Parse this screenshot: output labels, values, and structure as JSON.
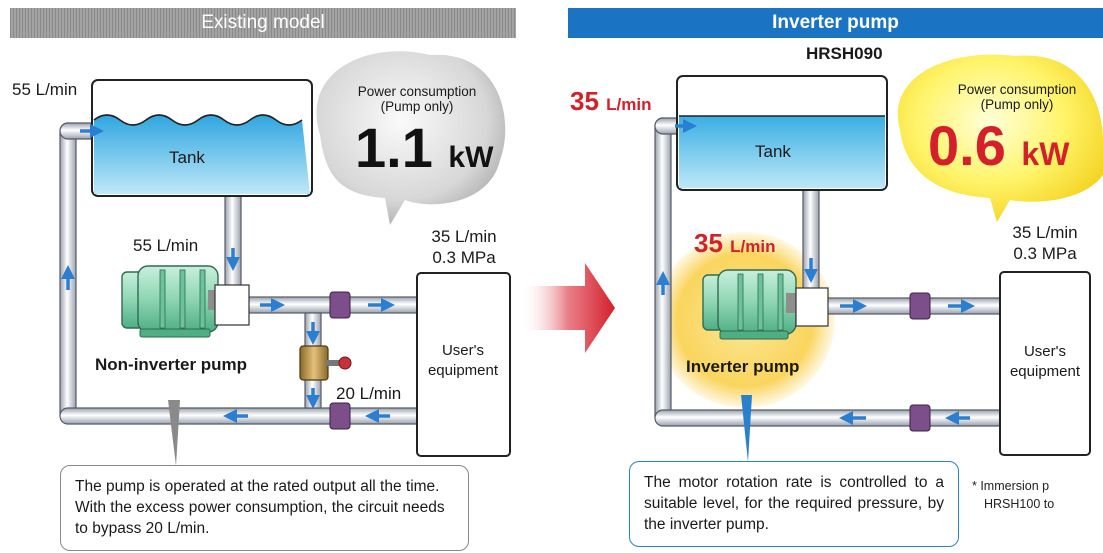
{
  "left": {
    "header": "Existing model",
    "flow_tank_in": "55 L/min",
    "tank_label": "Tank",
    "power_title_line1": "Power consumption",
    "power_title_line2": "(Pump only)",
    "power_value": "1.1",
    "power_unit": "kW",
    "flow_pump_in": "55 L/min",
    "supply_flow": "35 L/min",
    "supply_pressure": "0.3 MPa",
    "equipment_line1": "User's",
    "equipment_line2": "equipment",
    "pump_label": "Non-inverter pump",
    "bypass_flow": "20 L/min",
    "note": "The pump is operated at the rated output all the time. With the excess power consumption, the circuit needs to bypass 20 L/min."
  },
  "right": {
    "header": "Inverter pump",
    "model": "HRSH090",
    "flow_tank_in_value": "35",
    "flow_tank_in_unit": "L/min",
    "tank_label": "Tank",
    "power_title_line1": "Power consumption",
    "power_title_line2": "(Pump only)",
    "power_value": "0.6",
    "power_unit": "kW",
    "flow_pump_in_value": "35",
    "flow_pump_in_unit": "L/min",
    "supply_flow": "35 L/min",
    "supply_pressure": "0.3 MPa",
    "equipment_line1": "User's",
    "equipment_line2": "equipment",
    "pump_label": "Inverter pump",
    "note": "The motor rotation rate is controlled to a suitable level, for the required pressure, by the inverter pump.",
    "footnote_line1": "* Immersion p",
    "footnote_line2": "HRSH100 to"
  },
  "colors": {
    "pipe": "#dfe3ea",
    "pipe_edge": "#555b66",
    "flow_arrow": "#2c7fd0",
    "tank_water": "#5cc3ec",
    "pump_body": "#8fd6b3",
    "inverter_glow": "#fbd96a",
    "header_blue": "#1b73c3",
    "red_accent": "#d3202a"
  }
}
